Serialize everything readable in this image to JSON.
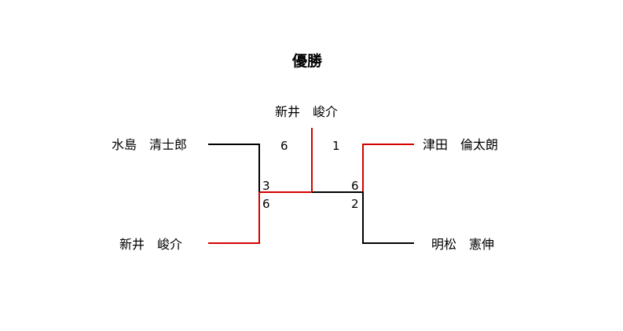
{
  "title": "優勝",
  "champion": "新井　峻介",
  "players": {
    "left_top": "水島　清士郎",
    "left_bottom": "新井　峻介",
    "right_top": "津田　倫太朗",
    "right_bottom": "明松　憲伸"
  },
  "scores": {
    "final_left": "6",
    "final_right": "1",
    "left_semi_top": "3",
    "left_semi_bottom": "6",
    "right_semi_top": "6",
    "right_semi_bottom": "2"
  },
  "colors": {
    "winner_line": "#d40000",
    "loser_line": "#000000"
  }
}
